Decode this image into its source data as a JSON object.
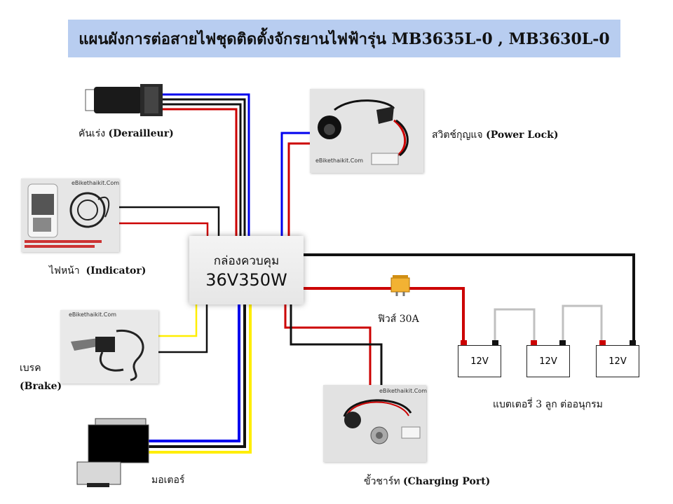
{
  "title": "แผนผังการต่อสายไฟชุดติดตั้งจักรยานไฟฟ้ารุ่น MB3635L-0 , MB3630L-0",
  "controller": {
    "name": "กล่องควบคุม",
    "spec": "36V350W"
  },
  "components": {
    "throttle": {
      "label_th": "คันเร่ง",
      "label_en": "(Derailleur)"
    },
    "indicator": {
      "label_th": "ไฟหน้า",
      "label_en": "(Indicator)"
    },
    "brake": {
      "label_th": "เบรค",
      "label_en": "(Brake)"
    },
    "motor": {
      "label_th": "มอเตอร์"
    },
    "power_lock": {
      "label_th": "สวิตช์กุญแจ",
      "label_en": "(Power Lock)"
    },
    "charging_port": {
      "label_th": "ขั้วชาร์ท",
      "label_en": "(Charging Port)"
    },
    "fuse": {
      "label": "ฟิวส์ 30A"
    },
    "batteries": {
      "cells": [
        "12V",
        "12V",
        "12V"
      ],
      "caption": "แบตเตอรี่ 3 ลูก ต่ออนุกรม"
    }
  },
  "watermark": "eBikethaikit.Com",
  "colors": {
    "title_bg": "#b8cdf0",
    "wire_red": "#cc0000",
    "wire_black": "#111111",
    "wire_blue": "#0000ee",
    "wire_yellow": "#ffee00",
    "wire_gray": "#c0c0c0",
    "fuse": "#f2b233"
  }
}
